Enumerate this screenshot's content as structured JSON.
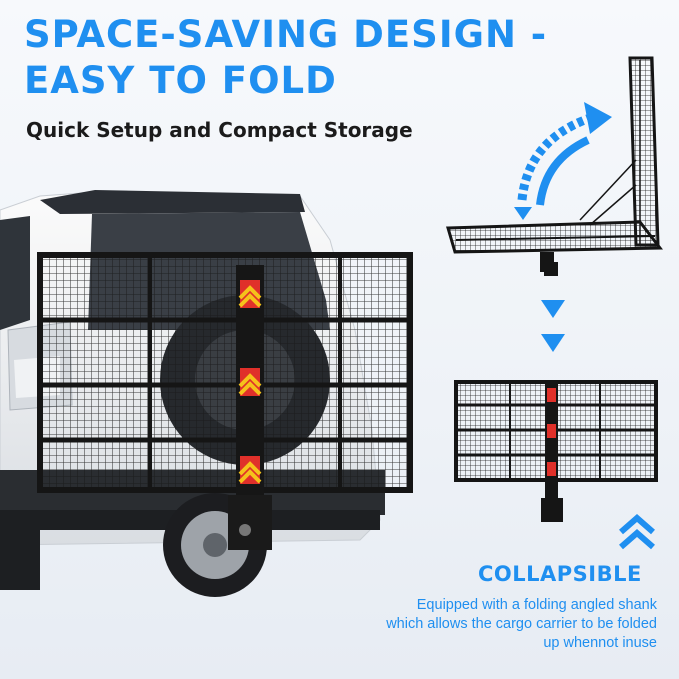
{
  "headline": {
    "line1": "SPACE-SAVING DESIGN -",
    "line2": "EASY TO FOLD"
  },
  "subhead": "Quick Setup and Compact Storage",
  "badge": {
    "title": "COLLAPSIBLE",
    "description": "Equipped with a folding angled shank which allows the cargo carrier to be folded up whennot inuse"
  },
  "colors": {
    "accent": "#1f8ff0",
    "text": "#1b1b1b",
    "carrier": "#1a1a1a",
    "reflector_red": "#e0302a",
    "reflector_yellow": "#f5c21b"
  },
  "icons": [
    "curved-fold-arrow-icon",
    "triangle-down-icon",
    "double-chevron-up-icon"
  ]
}
